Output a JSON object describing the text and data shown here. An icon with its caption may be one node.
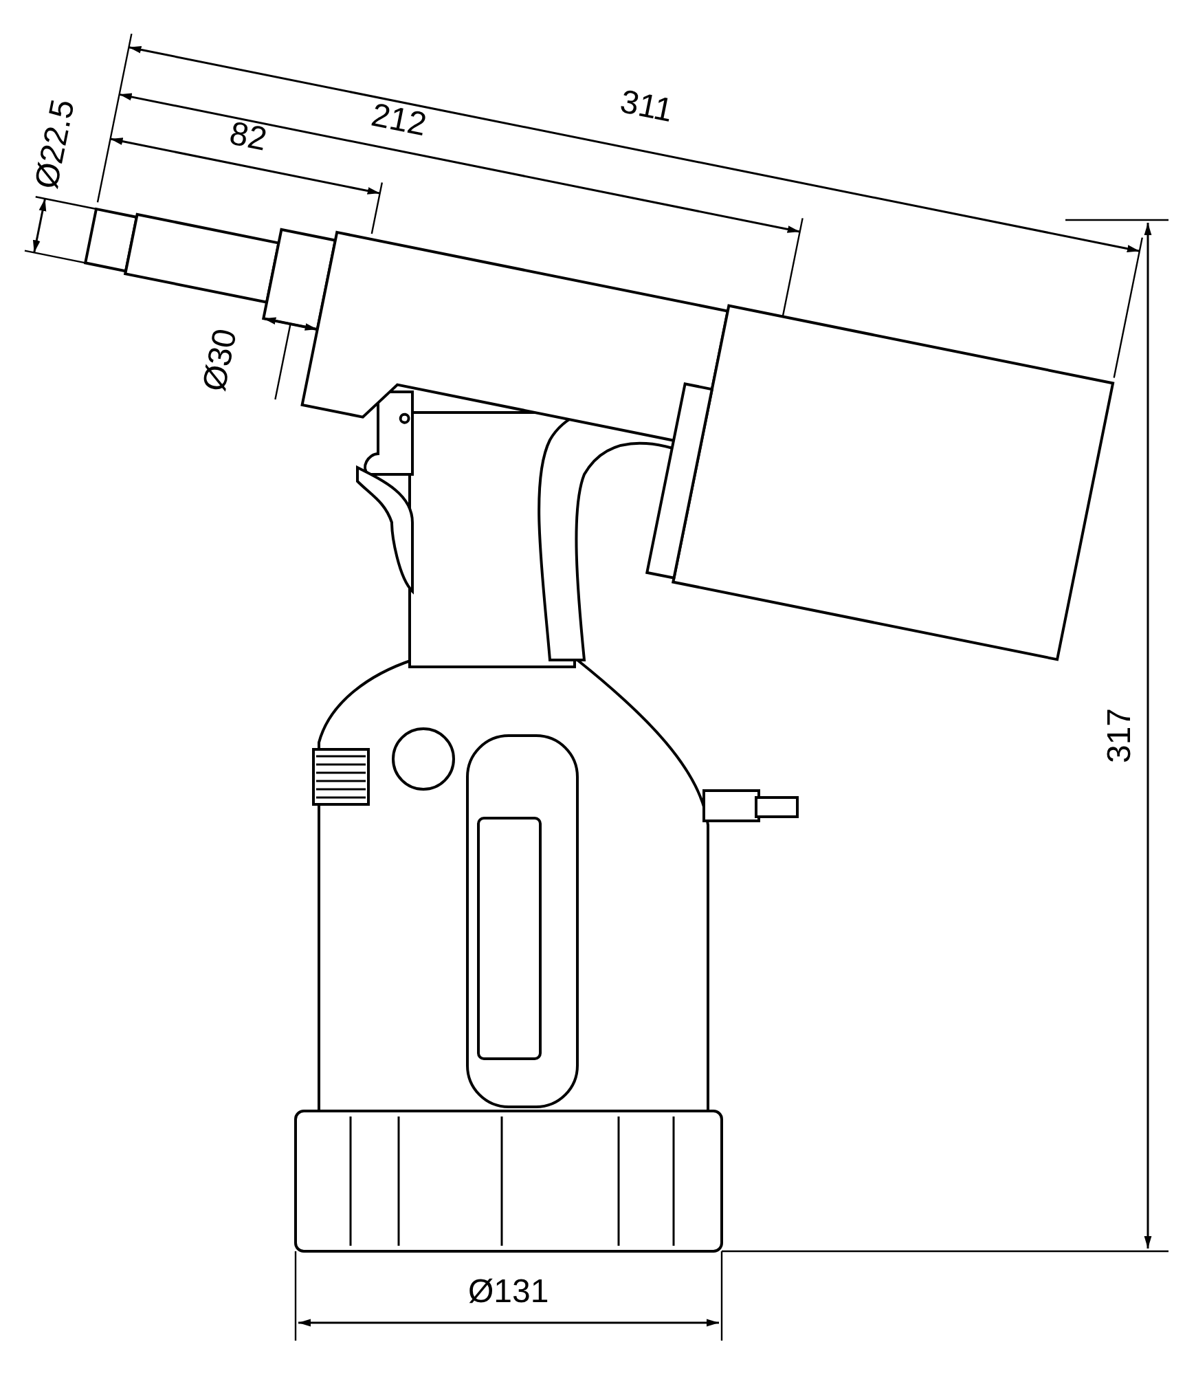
{
  "diagram": {
    "labels": [
      "311",
      "212",
      "Ø22.5",
      "82",
      "Ø30",
      "317",
      "Ø131"
    ]
  }
}
